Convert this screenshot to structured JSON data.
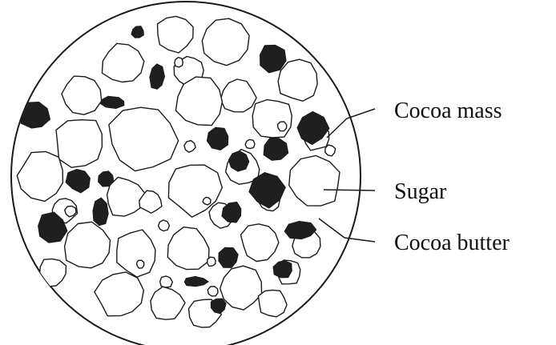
{
  "diagram": {
    "labels": {
      "cocoa_mass": "Cocoa mass",
      "sugar": "Sugar",
      "cocoa_butter": "Cocoa butter"
    },
    "colors": {
      "outline": "#1a1a1a",
      "cocoa_mass_fill": "#1f1f1f",
      "sugar_fill": "#ffffff",
      "background": "#ffffff"
    }
  }
}
